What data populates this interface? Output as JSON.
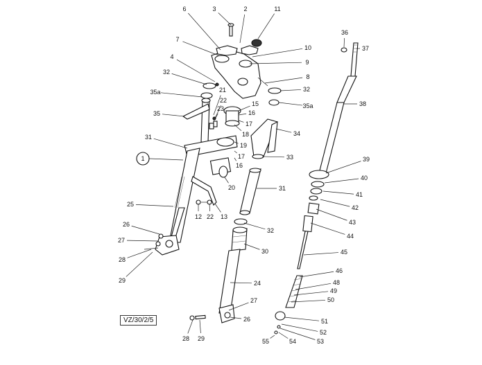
{
  "reference_code": "VZ/30/2/5",
  "callouts": [
    "1",
    "2",
    "3",
    "4",
    "6",
    "7",
    "8",
    "9",
    "10",
    "11",
    "12",
    "13",
    "15",
    "16",
    "16",
    "17",
    "17",
    "18",
    "19",
    "20",
    "21",
    "22",
    "22",
    "23",
    "24",
    "25",
    "26",
    "26",
    "27",
    "27",
    "28",
    "28",
    "29",
    "29",
    "30",
    "31",
    "31",
    "32",
    "32",
    "32",
    "33",
    "34",
    "35",
    "35a",
    "35a",
    "36",
    "37",
    "38",
    "39",
    "40",
    "41",
    "42",
    "43",
    "44",
    "45",
    "46",
    "48",
    "49",
    "50",
    "51",
    "52",
    "53",
    "54",
    "55"
  ]
}
